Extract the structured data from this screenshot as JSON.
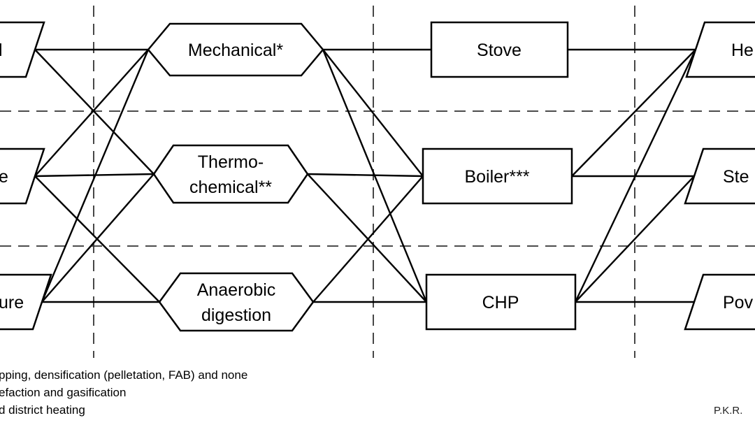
{
  "inputs": [
    {
      "label": "l"
    },
    {
      "label": "e"
    },
    {
      "label": "ure"
    }
  ],
  "processes": [
    {
      "lines": [
        "Mechanical*"
      ]
    },
    {
      "lines": [
        "Thermo-",
        "chemical**"
      ]
    },
    {
      "lines": [
        "Anaerobic",
        "digestion"
      ]
    }
  ],
  "conversions": [
    {
      "label": "Stove"
    },
    {
      "label": "Boiler***"
    },
    {
      "label": "CHP"
    }
  ],
  "outputs": [
    {
      "label": "He"
    },
    {
      "label": "Ste"
    },
    {
      "label": "Pov"
    }
  ],
  "footnotes": [
    "pping, densification (pelletation, FAB) and none",
    "efaction and gasification",
    "d district heating"
  ],
  "credit": "P.K.R."
}
